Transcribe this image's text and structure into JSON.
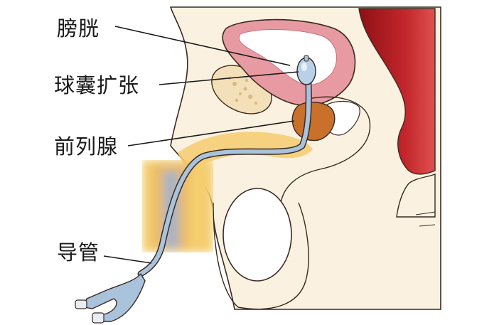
{
  "labels": {
    "bladder": "膀胱",
    "balloon_expansion": "球囊扩张",
    "prostate": "前列腺",
    "catheter": "导管"
  },
  "colors": {
    "skin": "#faf1e1",
    "outline": "#3a2a20",
    "bladder_wall": "#e89aa2",
    "rectum": "#b81f25",
    "prostate": "#c9702b",
    "urethra_yellow": "#f4cd6e",
    "catheter": "#a9c3dd",
    "bone": "#f3dfb8"
  },
  "icons": [
    "catheter-icon",
    "balloon-icon"
  ]
}
